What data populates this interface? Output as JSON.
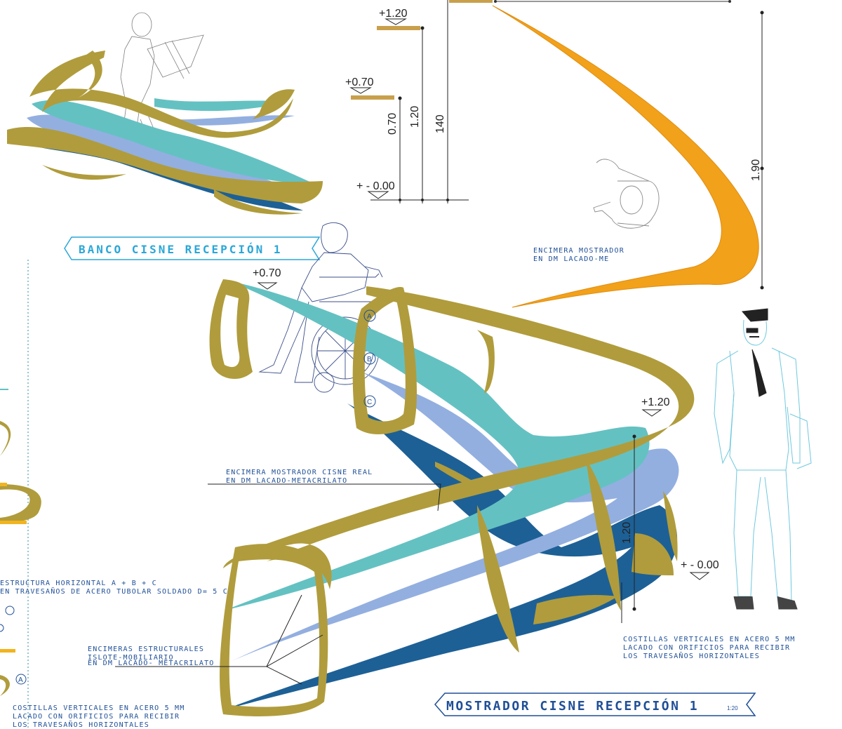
{
  "titles": {
    "banco": "BANCO CISNE   RECEPCIÓN 1",
    "mostrador": "MOSTRADOR CISNE RECEPCIÓN 1",
    "mostrador_scale": "1:20"
  },
  "elevation_marks": {
    "top_120": "+1.20",
    "top_070": "+0.70",
    "top_000": "+ - 0.00",
    "mid_070": "+0.70",
    "right_120": "+1.20",
    "right_000": "+ - 0.00"
  },
  "dimensions": {
    "d_070": "0.70",
    "d_120": "1.20",
    "d_140": "140",
    "d_190": "1.90",
    "d_120_right": "1.20"
  },
  "section_markers": [
    "A",
    "B",
    "C"
  ],
  "left_markers": [
    "A"
  ],
  "annotations": {
    "encimera_top_1": "ENCIMERA MOSTRADOR",
    "encimera_top_2": "EN DM LACADO-ME",
    "encimera_mid_1": "ENCIMERA MOSTRADOR CISNE REAL",
    "encimera_mid_2": "EN DM LACADO-METACRILATO",
    "estructura_1": "ESTRUCTURA HORIZONTAL  A + B + C",
    "estructura_2": "EN TRAVESAÑOS DE ACERO TUBOLAR SOLDADO D= 5 CM",
    "encimeras_1": "ENCIMERAS ESTRUCTURALES",
    "encimeras_2": "ISLOTE-MOBILIARIO",
    "encimeras_3": "EN DM LACADO- METACRILATO",
    "costillas_l1": "COSTILLAS VERTICALES EN ACERO 5 MM",
    "costillas_l2": "LACADO CON ORIFICIOS PARA RECIBIR",
    "costillas_l3": "LOS TRAVESAÑOS HORIZONTALES",
    "costillas_r1": "COSTILLAS VERTICALES EN ACERO 5 MM",
    "costillas_r2": "LACADO CON ORIFICIOS PARA RECIBIR",
    "costillas_r3": "LOS TRAVESAÑOS HORIZONTALES"
  },
  "colors": {
    "olive": "#b09c3c",
    "teal": "#64c1c2",
    "lavender": "#93afe0",
    "navy": "#1d6096",
    "orange": "#f2a11a",
    "ann_blue": "#1f4f97",
    "title_blue": "#2aa7d8"
  }
}
